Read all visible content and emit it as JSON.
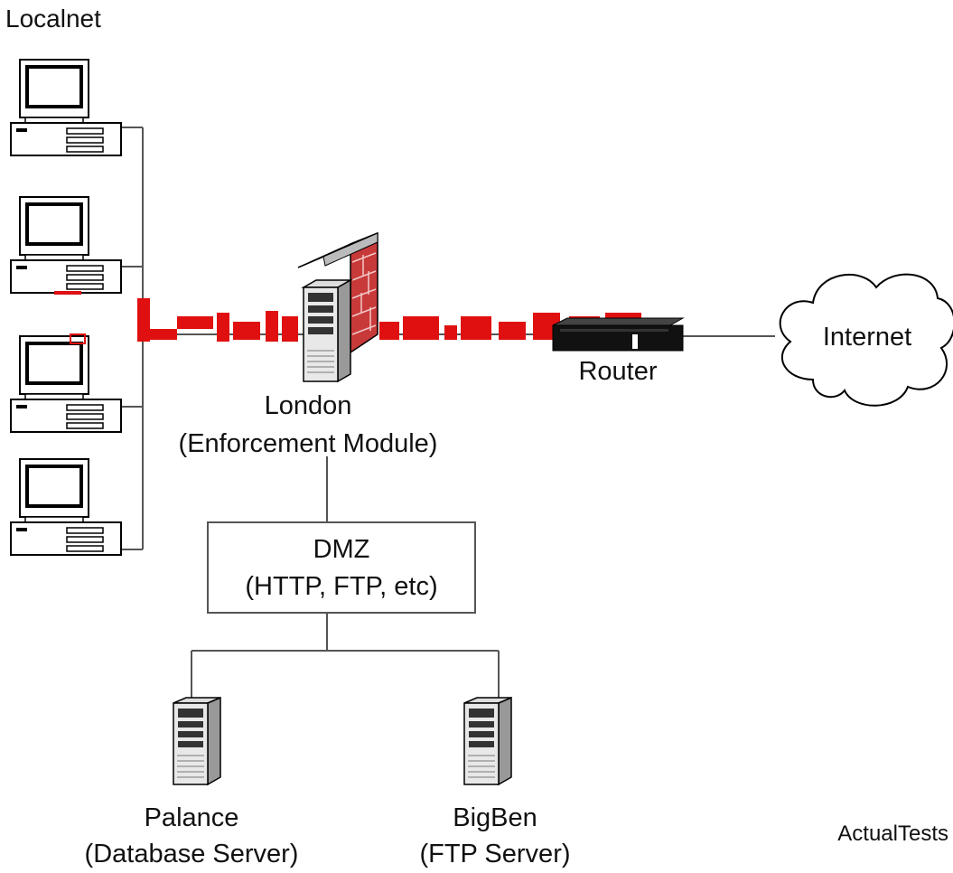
{
  "labels": {
    "localnet": "Localnet",
    "internet": "Internet",
    "router": "Router",
    "london_name": "London",
    "london_role": "(Enforcement Module)",
    "dmz_name": "DMZ",
    "dmz_services": "(HTTP, FTP, etc)",
    "palance_name": "Palance",
    "palance_role": "(Database Server)",
    "bigben_name": "BigBen",
    "bigben_role": "(FTP Server)",
    "watermark": "ActualTests"
  },
  "icons": {
    "workstation": "desktop-computer-icon",
    "firewall": "firewall-brick-wall-icon",
    "router": "router-icon",
    "server": "tower-server-icon",
    "cloud": "cloud-icon"
  },
  "colors": {
    "wire": "#555555",
    "brick": "#c83a3a",
    "overlay_red": "#e01010",
    "router_body": "#111111"
  }
}
